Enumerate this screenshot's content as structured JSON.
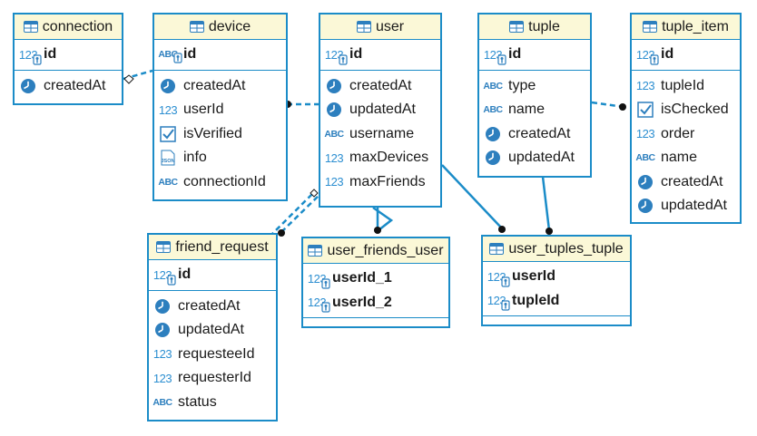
{
  "colors": {
    "border": "#1b8cc8",
    "header_bg": "#fbf8d7",
    "link": "#1b8cc8",
    "icon": "#2d7fbe"
  },
  "entities": [
    {
      "id": "connection",
      "title": "connection",
      "pk": [
        {
          "name": "id",
          "type": "int"
        }
      ],
      "columns": [
        {
          "name": "createdAt",
          "type": "date"
        }
      ]
    },
    {
      "id": "device",
      "title": "device",
      "pk": [
        {
          "name": "id",
          "type": "text"
        }
      ],
      "columns": [
        {
          "name": "createdAt",
          "type": "date"
        },
        {
          "name": "userId",
          "type": "number"
        },
        {
          "name": "isVerified",
          "type": "bool"
        },
        {
          "name": "info",
          "type": "json"
        },
        {
          "name": "connectionId",
          "type": "text"
        }
      ]
    },
    {
      "id": "user",
      "title": "user",
      "pk": [
        {
          "name": "id",
          "type": "int"
        }
      ],
      "columns": [
        {
          "name": "createdAt",
          "type": "date"
        },
        {
          "name": "updatedAt",
          "type": "date"
        },
        {
          "name": "username",
          "type": "text"
        },
        {
          "name": "maxDevices",
          "type": "number"
        },
        {
          "name": "maxFriends",
          "type": "number"
        }
      ]
    },
    {
      "id": "tuple",
      "title": "tuple",
      "pk": [
        {
          "name": "id",
          "type": "int"
        }
      ],
      "columns": [
        {
          "name": "type",
          "type": "text"
        },
        {
          "name": "name",
          "type": "text"
        },
        {
          "name": "createdAt",
          "type": "date"
        },
        {
          "name": "updatedAt",
          "type": "date"
        }
      ]
    },
    {
      "id": "tuple_item",
      "title": "tuple_item",
      "pk": [
        {
          "name": "id",
          "type": "int"
        }
      ],
      "columns": [
        {
          "name": "tupleId",
          "type": "number"
        },
        {
          "name": "isChecked",
          "type": "bool"
        },
        {
          "name": "order",
          "type": "number"
        },
        {
          "name": "name",
          "type": "text"
        },
        {
          "name": "createdAt",
          "type": "date"
        },
        {
          "name": "updatedAt",
          "type": "date"
        }
      ]
    },
    {
      "id": "friend_request",
      "title": "friend_request",
      "pk": [
        {
          "name": "id",
          "type": "int"
        }
      ],
      "columns": [
        {
          "name": "createdAt",
          "type": "date"
        },
        {
          "name": "updatedAt",
          "type": "date"
        },
        {
          "name": "requesteeId",
          "type": "number"
        },
        {
          "name": "requesterId",
          "type": "number"
        },
        {
          "name": "status",
          "type": "text"
        }
      ]
    },
    {
      "id": "user_friends_user",
      "title": "user_friends_user",
      "pk": [
        {
          "name": "userId_1",
          "type": "int"
        },
        {
          "name": "userId_2",
          "type": "int"
        }
      ],
      "columns": []
    },
    {
      "id": "user_tuples_tuple",
      "title": "user_tuples_tuple",
      "pk": [
        {
          "name": "userId",
          "type": "int"
        },
        {
          "name": "tupleId",
          "type": "int"
        }
      ],
      "columns": []
    }
  ]
}
